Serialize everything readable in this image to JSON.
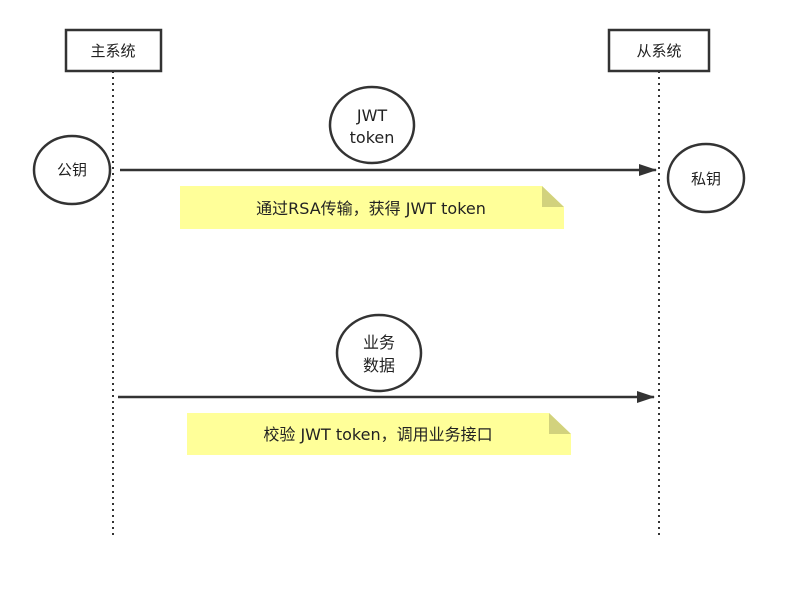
{
  "participants": {
    "main": {
      "label": "主系统"
    },
    "sub": {
      "label": "从系统"
    }
  },
  "keys": {
    "public": "公钥",
    "private": "私钥"
  },
  "messages": [
    {
      "bubble_lines": [
        "JWT",
        "token"
      ],
      "note": "通过RSA传输，获得 JWT token"
    },
    {
      "bubble_lines": [
        "业务",
        "数据"
      ],
      "note": "校验 JWT token，调用业务接口"
    }
  ],
  "colors": {
    "stroke": "#333333",
    "note_fill": "#ffff99",
    "note_fold": "#d2d27d",
    "text": "#222222"
  }
}
